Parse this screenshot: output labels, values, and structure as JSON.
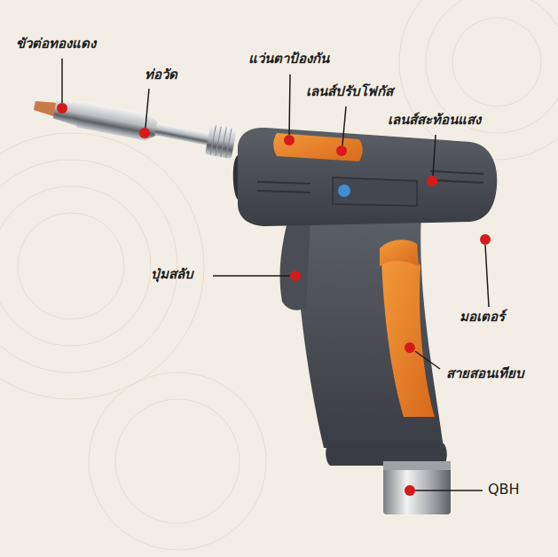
{
  "diagram": {
    "labels": [
      "ขัวต่อทองแดง",
      "ท่อวัด",
      "แว่นตาป้องกัน",
      "เลนส์ปรับโฟกัส",
      "เลนส์สะท้อนแสง",
      "มอเตอร์",
      "ปุ่มสลับ",
      "สายสอนเทียบ",
      "QBH"
    ]
  }
}
